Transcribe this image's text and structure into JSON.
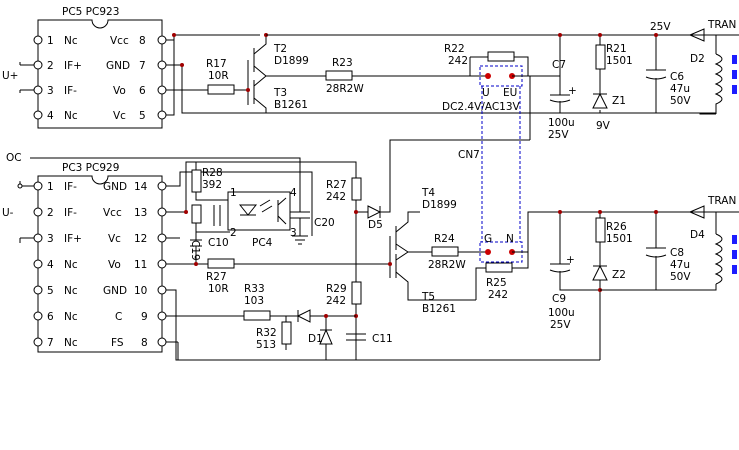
{
  "pc5": {
    "title": "PC5  PC923",
    "left_pins": [
      {
        "num": "1",
        "name": "Nc"
      },
      {
        "num": "2",
        "name": "IF+"
      },
      {
        "num": "3",
        "name": "IF-"
      },
      {
        "num": "4",
        "name": "Nc"
      }
    ],
    "right_pins": [
      {
        "num": "8",
        "name": "Vcc"
      },
      {
        "num": "7",
        "name": "GND"
      },
      {
        "num": "6",
        "name": "Vo"
      },
      {
        "num": "5",
        "name": "Vc"
      }
    ],
    "ext_label": "U+"
  },
  "pc3": {
    "title": "PC3  PC929",
    "left_pins": [
      {
        "num": "1",
        "name": "IF-"
      },
      {
        "num": "2",
        "name": "IF-"
      },
      {
        "num": "3",
        "name": "IF+"
      },
      {
        "num": "4",
        "name": "Nc"
      },
      {
        "num": "5",
        "name": "Nc"
      },
      {
        "num": "6",
        "name": "Nc"
      },
      {
        "num": "7",
        "name": "Nc"
      }
    ],
    "right_pins": [
      {
        "num": "14",
        "name": "GND"
      },
      {
        "num": "13",
        "name": "Vcc"
      },
      {
        "num": "12",
        "name": "Vc"
      },
      {
        "num": "11",
        "name": "Vo"
      },
      {
        "num": "10",
        "name": "GND"
      },
      {
        "num": "9",
        "name": "C"
      },
      {
        "num": "8",
        "name": "FS"
      }
    ],
    "ext_label": "U-"
  },
  "labels": {
    "oc": "OC",
    "cn7": "CN7",
    "tran_top": "TRAN",
    "tran_bottom": "TRAN",
    "v25": "25V",
    "dc_ac": "DC2.4V/AC13V",
    "pc4": "PC4",
    "pc4_pin1": "1",
    "pc4_pin2": "2",
    "pc4_pin3": "3",
    "pc4_pin4": "4",
    "top_eu": "EU",
    "top_u": "U",
    "bot_g": "G",
    "bot_n": "N"
  },
  "components": {
    "r17": {
      "name": "R17",
      "value": "10R"
    },
    "t2": {
      "name": "T2",
      "value": "D1899"
    },
    "t3": {
      "name": "T3",
      "value": "B1261"
    },
    "r23": {
      "name": "R23",
      "value": "28R2W"
    },
    "r22": {
      "name": "R22",
      "value": "242"
    },
    "c7": {
      "name": "C7",
      "value1": "100u",
      "value2": "25V"
    },
    "r21": {
      "name": "R21",
      "value": "1501"
    },
    "z1": {
      "name": "Z1",
      "value": "9V"
    },
    "c6": {
      "name": "C6",
      "value1": "47u",
      "value2": "50V"
    },
    "d2": {
      "name": "D2"
    },
    "r28": {
      "name": "R28",
      "value": "392"
    },
    "c10": {
      "name": "C10"
    },
    "c20": {
      "name": "C20"
    },
    "r27a": {
      "name": "R27",
      "value": "242"
    },
    "d5": {
      "name": "D5"
    },
    "t4": {
      "name": "T4",
      "value": "D1899"
    },
    "r24": {
      "name": "R24",
      "value": "28R2W"
    },
    "r26": {
      "name": "R26",
      "value": "1501"
    },
    "c8": {
      "name": "C8",
      "value1": "47u",
      "value2": "50V"
    },
    "d4": {
      "name": "D4"
    },
    "r27b": {
      "name": "R27",
      "value": "10R"
    },
    "r29": {
      "name": "R29",
      "value": "242"
    },
    "t5": {
      "name": "T5",
      "value": "B1261"
    },
    "r25": {
      "name": "R25",
      "value": "242"
    },
    "c9": {
      "name": "C9",
      "value1": "100u",
      "value2": "25V"
    },
    "z2": {
      "name": "Z2"
    },
    "r33": {
      "name": "R33",
      "value": "103"
    },
    "r32": {
      "name": "R32",
      "value": "513"
    },
    "d1": {
      "name": "D1"
    },
    "c11": {
      "name": "C11"
    },
    "c19": {
      "name": "C19"
    }
  },
  "colors": {
    "wire": "#000000",
    "node": "#a00000",
    "dashed": "#0000c8",
    "coil": "#1d1dff",
    "connector": "#cc0000"
  }
}
